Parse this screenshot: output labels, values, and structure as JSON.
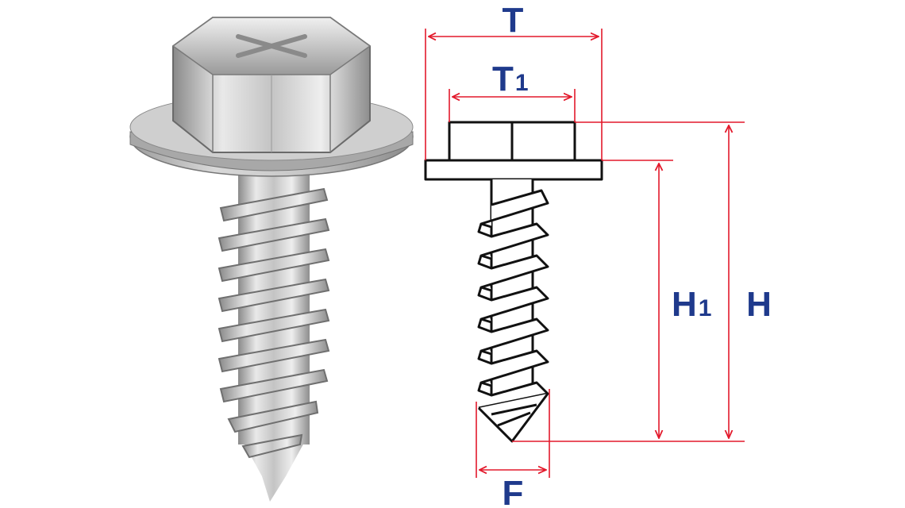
{
  "figure": {
    "type": "screw dimension diagram",
    "colors": {
      "dimension_lines": "#e3192b",
      "labels": "#1f3a8c",
      "outline": "#111111",
      "metal_light": "#e2e2e2",
      "metal_mid": "#b9b9b9",
      "metal_dark": "#7c7c7c"
    },
    "labels": {
      "T": "T",
      "T1_main": "T",
      "T1_sub": "1",
      "H": "H",
      "H1_main": "H",
      "H1_sub": "1",
      "F": "F"
    }
  }
}
